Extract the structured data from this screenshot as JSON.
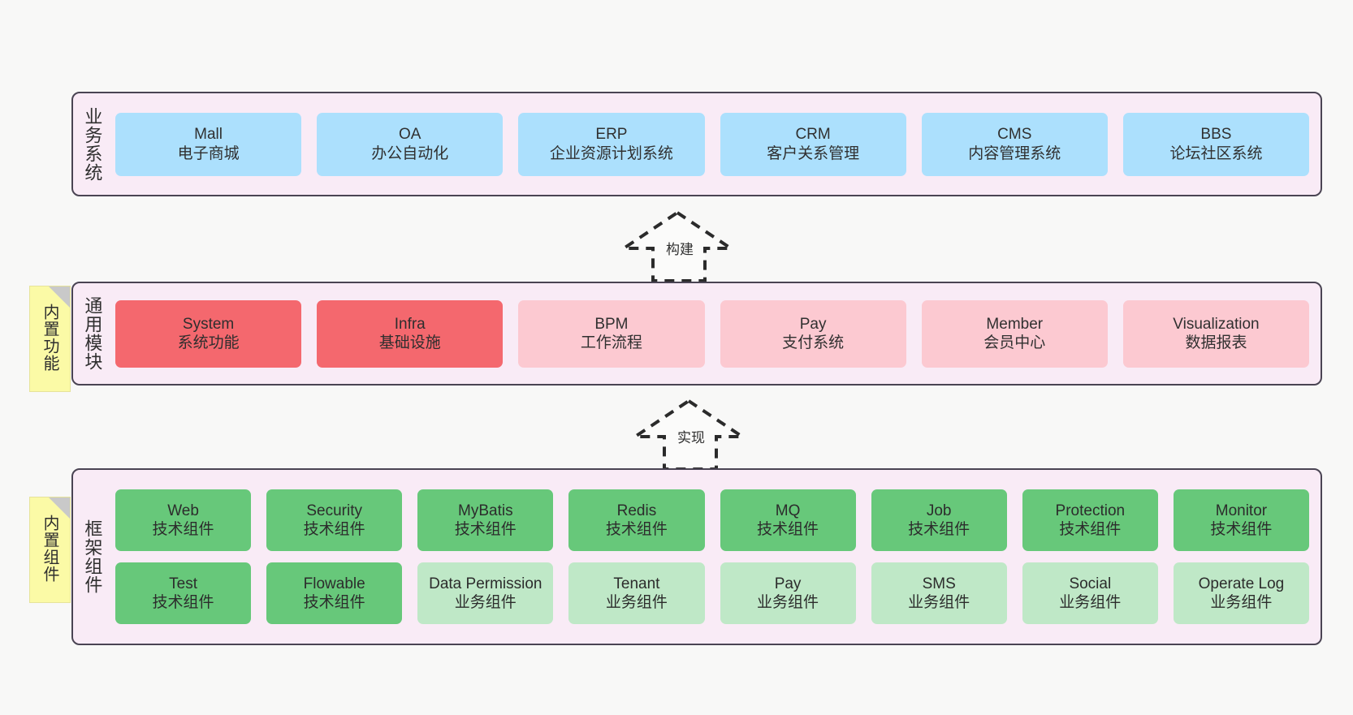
{
  "diagram": {
    "background": "#f8f8f7",
    "panel_bg": "#f9ebf6",
    "panel_border": "#4a4453",
    "colors": {
      "blue": "#ace0fd",
      "red": "#f4686e",
      "pink": "#fcc9d1",
      "green": "#67c87a",
      "light_green": "#bfe8c7",
      "sticky_yellow": "#fbfaa6",
      "fold_gray": "#c9c9c9",
      "arrow": "#2b2b2b"
    }
  },
  "layers": [
    {
      "id": "business-systems",
      "title": "业务系统",
      "rows": [
        [
          {
            "name": "Mall",
            "desc": "电子商城",
            "style": "blue"
          },
          {
            "name": "OA",
            "desc": "办公自动化",
            "style": "blue"
          },
          {
            "name": "ERP",
            "desc": "企业资源计划系统",
            "style": "blue"
          },
          {
            "name": "CRM",
            "desc": "客户关系管理",
            "style": "blue"
          },
          {
            "name": "CMS",
            "desc": "内容管理系统",
            "style": "blue"
          },
          {
            "name": "BBS",
            "desc": "论坛社区系统",
            "style": "blue"
          }
        ]
      ]
    },
    {
      "id": "common-modules",
      "title": "通用模块",
      "note": "内置功能",
      "rows": [
        [
          {
            "name": "System",
            "desc": "系统功能",
            "style": "red"
          },
          {
            "name": "Infra",
            "desc": "基础设施",
            "style": "red"
          },
          {
            "name": "BPM",
            "desc": "工作流程",
            "style": "pink"
          },
          {
            "name": "Pay",
            "desc": "支付系统",
            "style": "pink"
          },
          {
            "name": "Member",
            "desc": "会员中心",
            "style": "pink"
          },
          {
            "name": "Visualization",
            "desc": "数据报表",
            "style": "pink"
          }
        ]
      ]
    },
    {
      "id": "framework-components",
      "title": "框架组件",
      "note": "内置组件",
      "rows": [
        [
          {
            "name": "Web",
            "desc": "技术组件",
            "style": "green"
          },
          {
            "name": "Security",
            "desc": "技术组件",
            "style": "green"
          },
          {
            "name": "MyBatis",
            "desc": "技术组件",
            "style": "green"
          },
          {
            "name": "Redis",
            "desc": "技术组件",
            "style": "green"
          },
          {
            "name": "MQ",
            "desc": "技术组件",
            "style": "green"
          },
          {
            "name": "Job",
            "desc": "技术组件",
            "style": "green"
          },
          {
            "name": "Protection",
            "desc": "技术组件",
            "style": "green"
          },
          {
            "name": "Monitor",
            "desc": "技术组件",
            "style": "green"
          }
        ],
        [
          {
            "name": "Test",
            "desc": "技术组件",
            "style": "green"
          },
          {
            "name": "Flowable",
            "desc": "技术组件",
            "style": "green"
          },
          {
            "name": "Data Permission",
            "desc": "业务组件",
            "style": "light_green"
          },
          {
            "name": "Tenant",
            "desc": "业务组件",
            "style": "light_green"
          },
          {
            "name": "Pay",
            "desc": "业务组件",
            "style": "light_green"
          },
          {
            "name": "SMS",
            "desc": "业务组件",
            "style": "light_green"
          },
          {
            "name": "Social",
            "desc": "业务组件",
            "style": "light_green"
          },
          {
            "name": "Operate Log",
            "desc": "业务组件",
            "style": "light_green"
          }
        ]
      ]
    }
  ],
  "connectors": [
    {
      "id": "build",
      "label": "构建",
      "from": "common-modules",
      "to": "business-systems"
    },
    {
      "id": "implement",
      "label": "实现",
      "from": "framework-components",
      "to": "common-modules"
    }
  ]
}
